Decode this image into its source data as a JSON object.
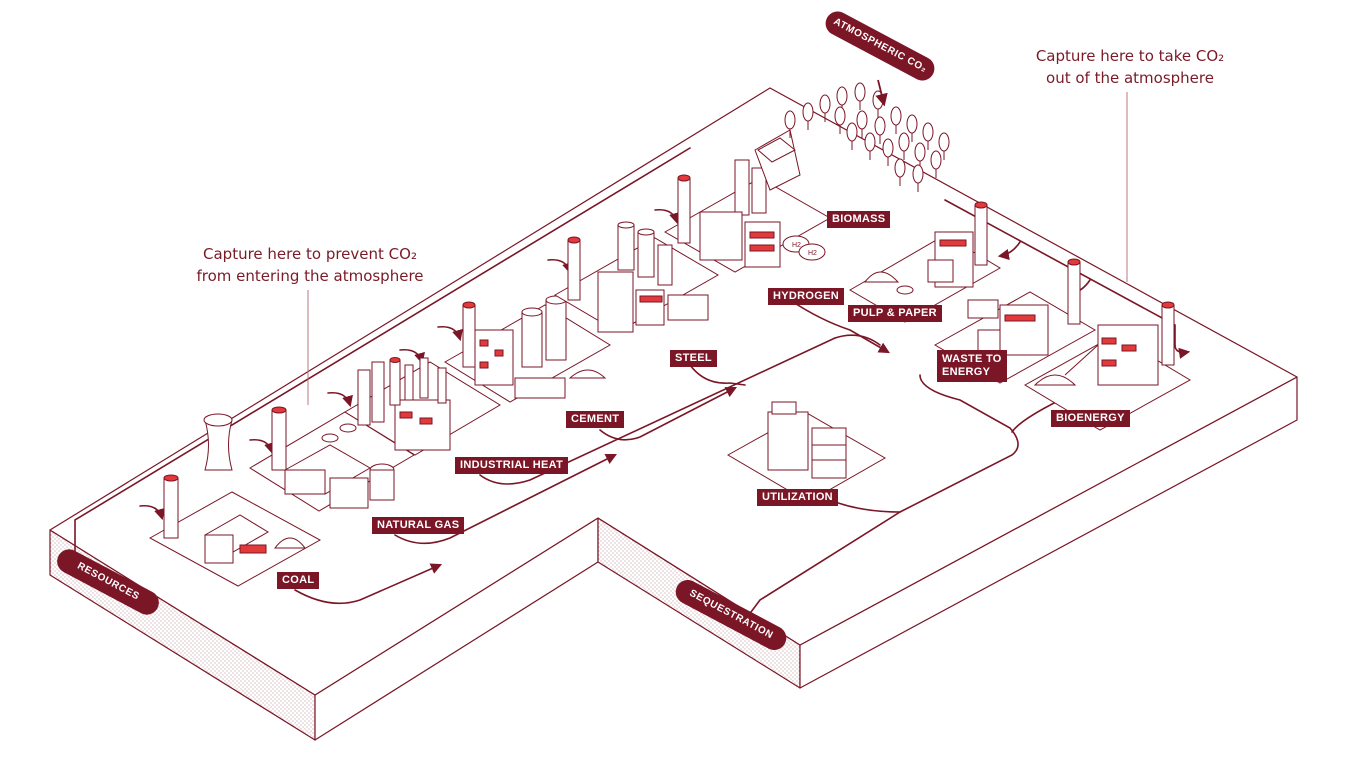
{
  "annotations": {
    "prevent_line1": "Capture here to prevent CO₂",
    "prevent_line2": "from entering the atmosphere",
    "remove_line1": "Capture here to take CO₂",
    "remove_line2": "out of the atmosphere"
  },
  "pills": {
    "atmospheric": "ATMOSPHERIC CO₂",
    "resources": "RESOURCES",
    "sequestration": "SEQUESTRATION"
  },
  "labels": {
    "coal": "COAL",
    "natural_gas": "NATURAL GAS",
    "industrial_heat": "INDUSTRIAL HEAT",
    "cement": "CEMENT",
    "steel": "STEEL",
    "hydrogen": "HYDROGEN",
    "biomass": "BIOMASS",
    "pulp_paper": "PULP & PAPER",
    "waste_to_energy_1": "WASTE TO",
    "waste_to_energy_2": "ENERGY",
    "bioenergy": "BIOENERGY",
    "utilization": "UTILIZATION"
  },
  "tank_markings": [
    "H2",
    "H2"
  ],
  "colors": {
    "line": "#7a1626",
    "accent": "#e23a3a",
    "label_bg": "#7a1626",
    "annotation_text": "#7a1b28"
  }
}
